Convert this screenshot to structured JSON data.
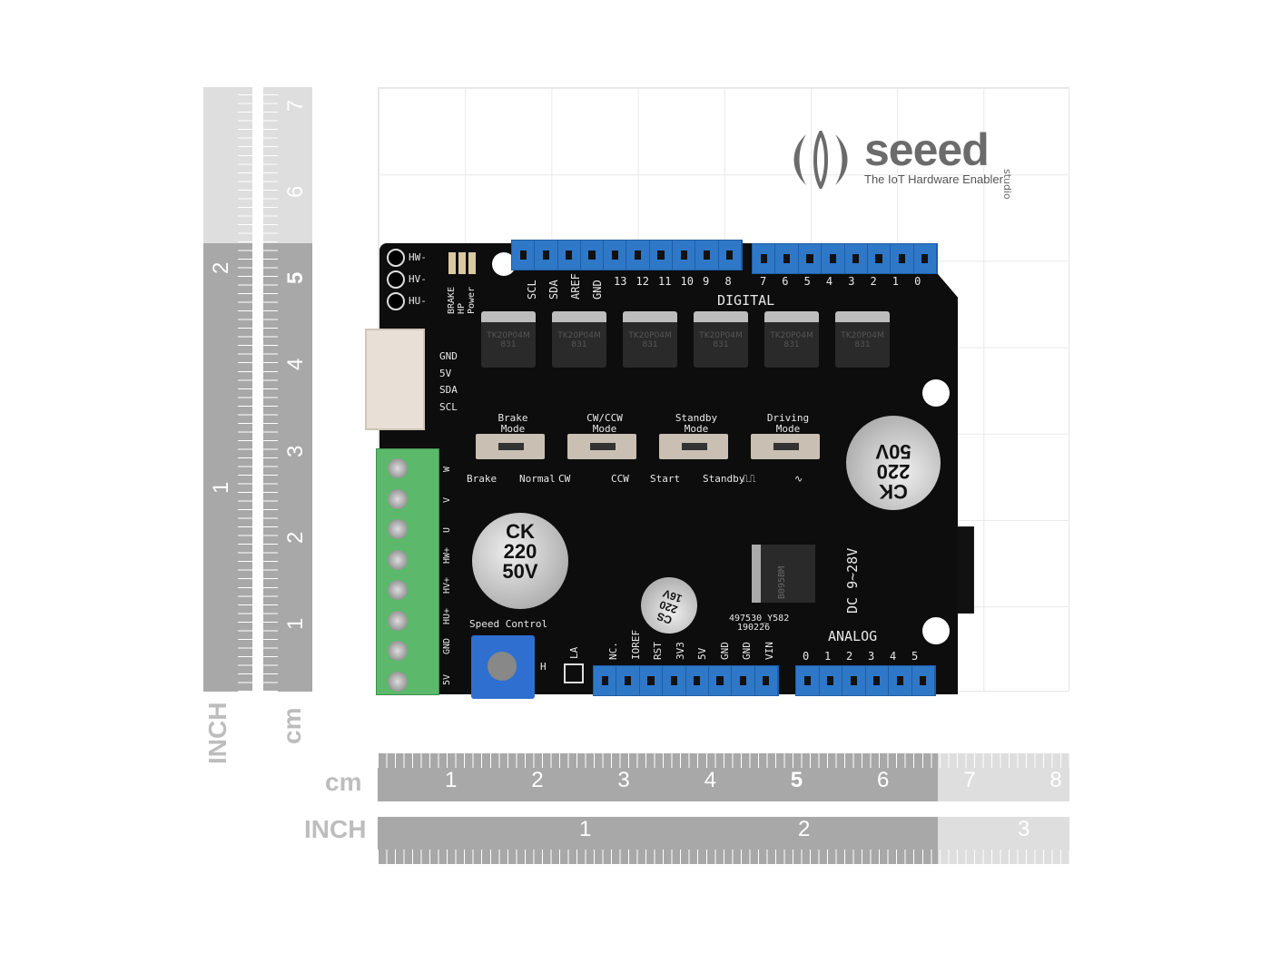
{
  "logo": {
    "brand": "seeed",
    "sub": "studio",
    "tagline": "The IoT Hardware Enabler"
  },
  "rulers": {
    "cm_unit": "cm",
    "inch_unit": "INCH",
    "bottom_cm": [
      "1",
      "2",
      "3",
      "4",
      "5",
      "6",
      "7",
      "8"
    ],
    "bottom_inch": [
      "1",
      "2",
      "3"
    ],
    "left_cm": [
      "1",
      "2",
      "3",
      "4",
      "5",
      "6",
      "7"
    ],
    "left_inch": [
      "1",
      "2"
    ]
  },
  "board": {
    "hall_pins": [
      "HW-",
      "HV-",
      "HU-"
    ],
    "leds": [
      "BRAKE",
      "HP",
      "Power"
    ],
    "i2c": [
      "GND",
      "5V",
      "SDA",
      "SCL"
    ],
    "top_header_left": [
      "SCL",
      "SDA",
      "AREF",
      "GND",
      "13",
      "12",
      "11",
      "10",
      "9",
      "8"
    ],
    "top_header_right": [
      "7",
      "6",
      "5",
      "4",
      "3",
      "2",
      "1",
      "0"
    ],
    "digital": "DIGITAL",
    "mosfet": "TK20P04M",
    "mosfet_code": "831",
    "switches": [
      {
        "title": "Brake Mode",
        "left": "Brake",
        "right": "Normal"
      },
      {
        "title": "CW/CCW Mode",
        "left": "CW",
        "right": "CCW"
      },
      {
        "title": "Standby Mode",
        "left": "Start",
        "right": "Standby"
      },
      {
        "title": "Driving Mode",
        "left": "⎍⎍",
        "right": "∿"
      }
    ],
    "terminals": [
      "W",
      "V",
      "U",
      "HW+",
      "HV+",
      "HU+",
      "GND",
      "5V"
    ],
    "big_cap": [
      "CK",
      "220",
      "50V"
    ],
    "small_cap": [
      "CS",
      "220",
      "16V"
    ],
    "speed_control": "Speed Control",
    "pot_h": "H",
    "la": "LA",
    "power_header": [
      "NC.",
      "IOREF",
      "RST",
      "3V3",
      "5V",
      "GND",
      "GND",
      "VIN"
    ],
    "analog": "ANALOG",
    "analog_pins": [
      "0",
      "1",
      "2",
      "3",
      "4",
      "5"
    ],
    "serial": "497530_Y582",
    "date": "190226",
    "dc": "DC 9~28V",
    "regulator": "B095BM"
  }
}
